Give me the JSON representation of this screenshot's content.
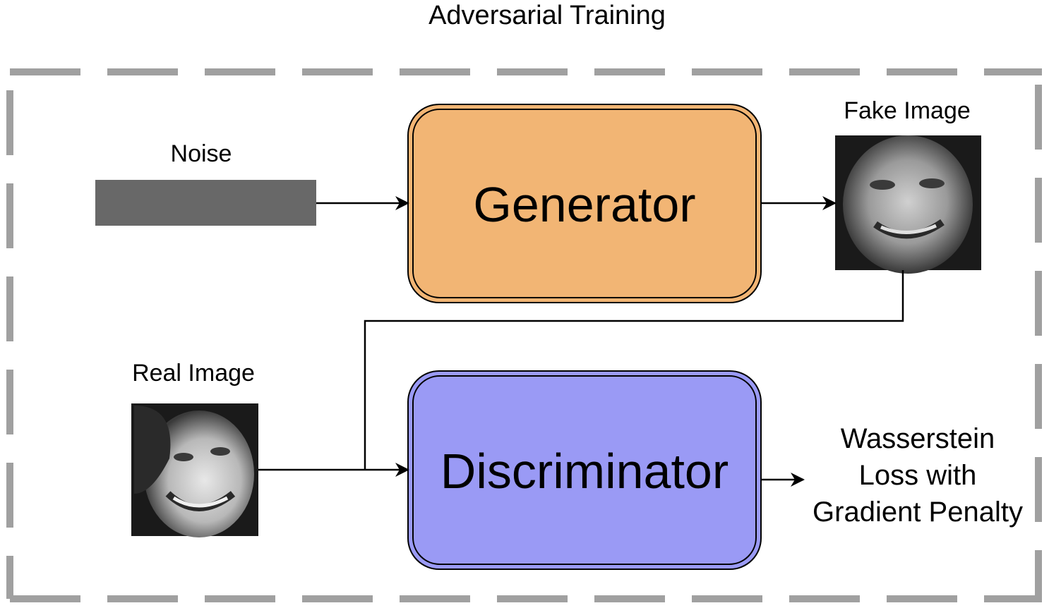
{
  "title": "Adversarial Training",
  "noise": {
    "label": "Noise"
  },
  "generator": {
    "label": "Generator"
  },
  "discriminator": {
    "label": "Discriminator"
  },
  "fake_image": {
    "label": "Fake Image"
  },
  "real_image": {
    "label": "Real Image"
  },
  "loss": {
    "lines": [
      "Wasserstein",
      "Loss with",
      "Gradient Penalty"
    ]
  },
  "colors": {
    "generator_fill": "#f2b574",
    "generator_stroke": "#000000",
    "discriminator_fill": "#9a9af5",
    "discriminator_stroke": "#000000",
    "noise_fill": "#686868",
    "frame_dash": "#a0a0a0",
    "arrow": "#000000"
  }
}
